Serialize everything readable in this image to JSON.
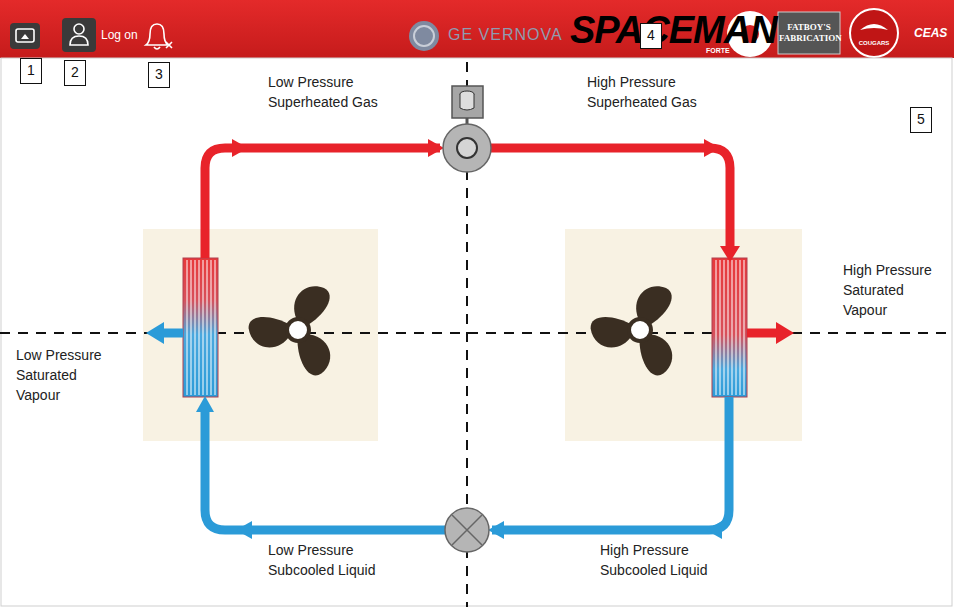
{
  "diagram": {
    "labels": [
      "1",
      "2",
      "Log on",
      "3",
      "GE VERNOVA",
      "SPACEMAN",
      "4",
      "FORTE",
      "FATBOY'S FABRICATION",
      "COUGARS",
      "CEAS",
      "5",
      "Low Pressure Superheated Gas",
      "High Pressure Superheated Gas",
      "High Pressure Saturated Vapour",
      "Low Pressure Saturated Vapour",
      "High Pressure Subcooled Liquid",
      "Low Pressure Subcooled Liquid"
    ]
  }
}
